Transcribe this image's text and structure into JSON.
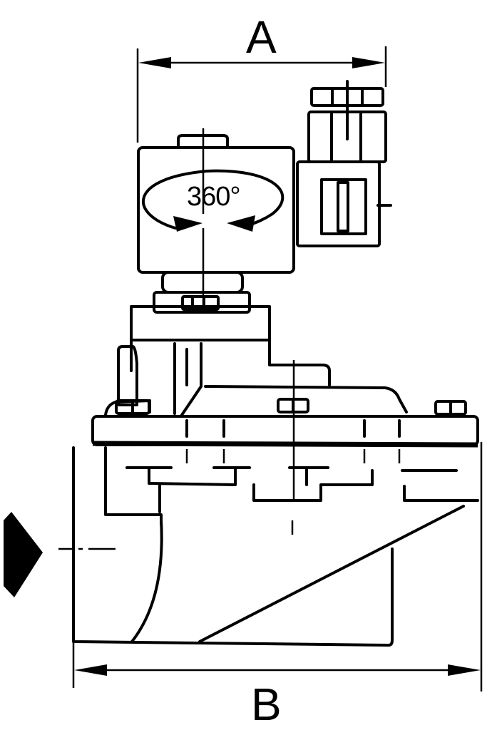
{
  "diagram": {
    "subject": "Pulse-jet solenoid valve, side elevation",
    "labels": {
      "dimension_a": "A",
      "dimension_b": "B",
      "rotation": "360°"
    },
    "colors": {
      "line": "#000000",
      "background": "#ffffff"
    }
  }
}
